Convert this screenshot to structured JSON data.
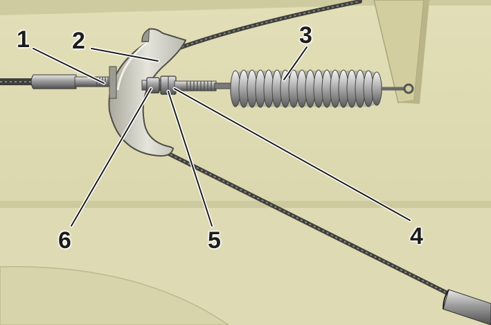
{
  "callouts": [
    {
      "id": "1",
      "label": "1"
    },
    {
      "id": "2",
      "label": "2"
    },
    {
      "id": "3",
      "label": "3"
    },
    {
      "id": "4",
      "label": "4"
    },
    {
      "id": "5",
      "label": "5"
    },
    {
      "id": "6",
      "label": "6"
    }
  ],
  "colors": {
    "background": "#ddd9b0",
    "panel_light": "#e6e2bc",
    "panel_shadow": "#c9c49a",
    "cable": "#4a4a46",
    "metal": "#9a9a9a",
    "spring": "#b8b8b8",
    "guide": "#cfcfc4"
  }
}
